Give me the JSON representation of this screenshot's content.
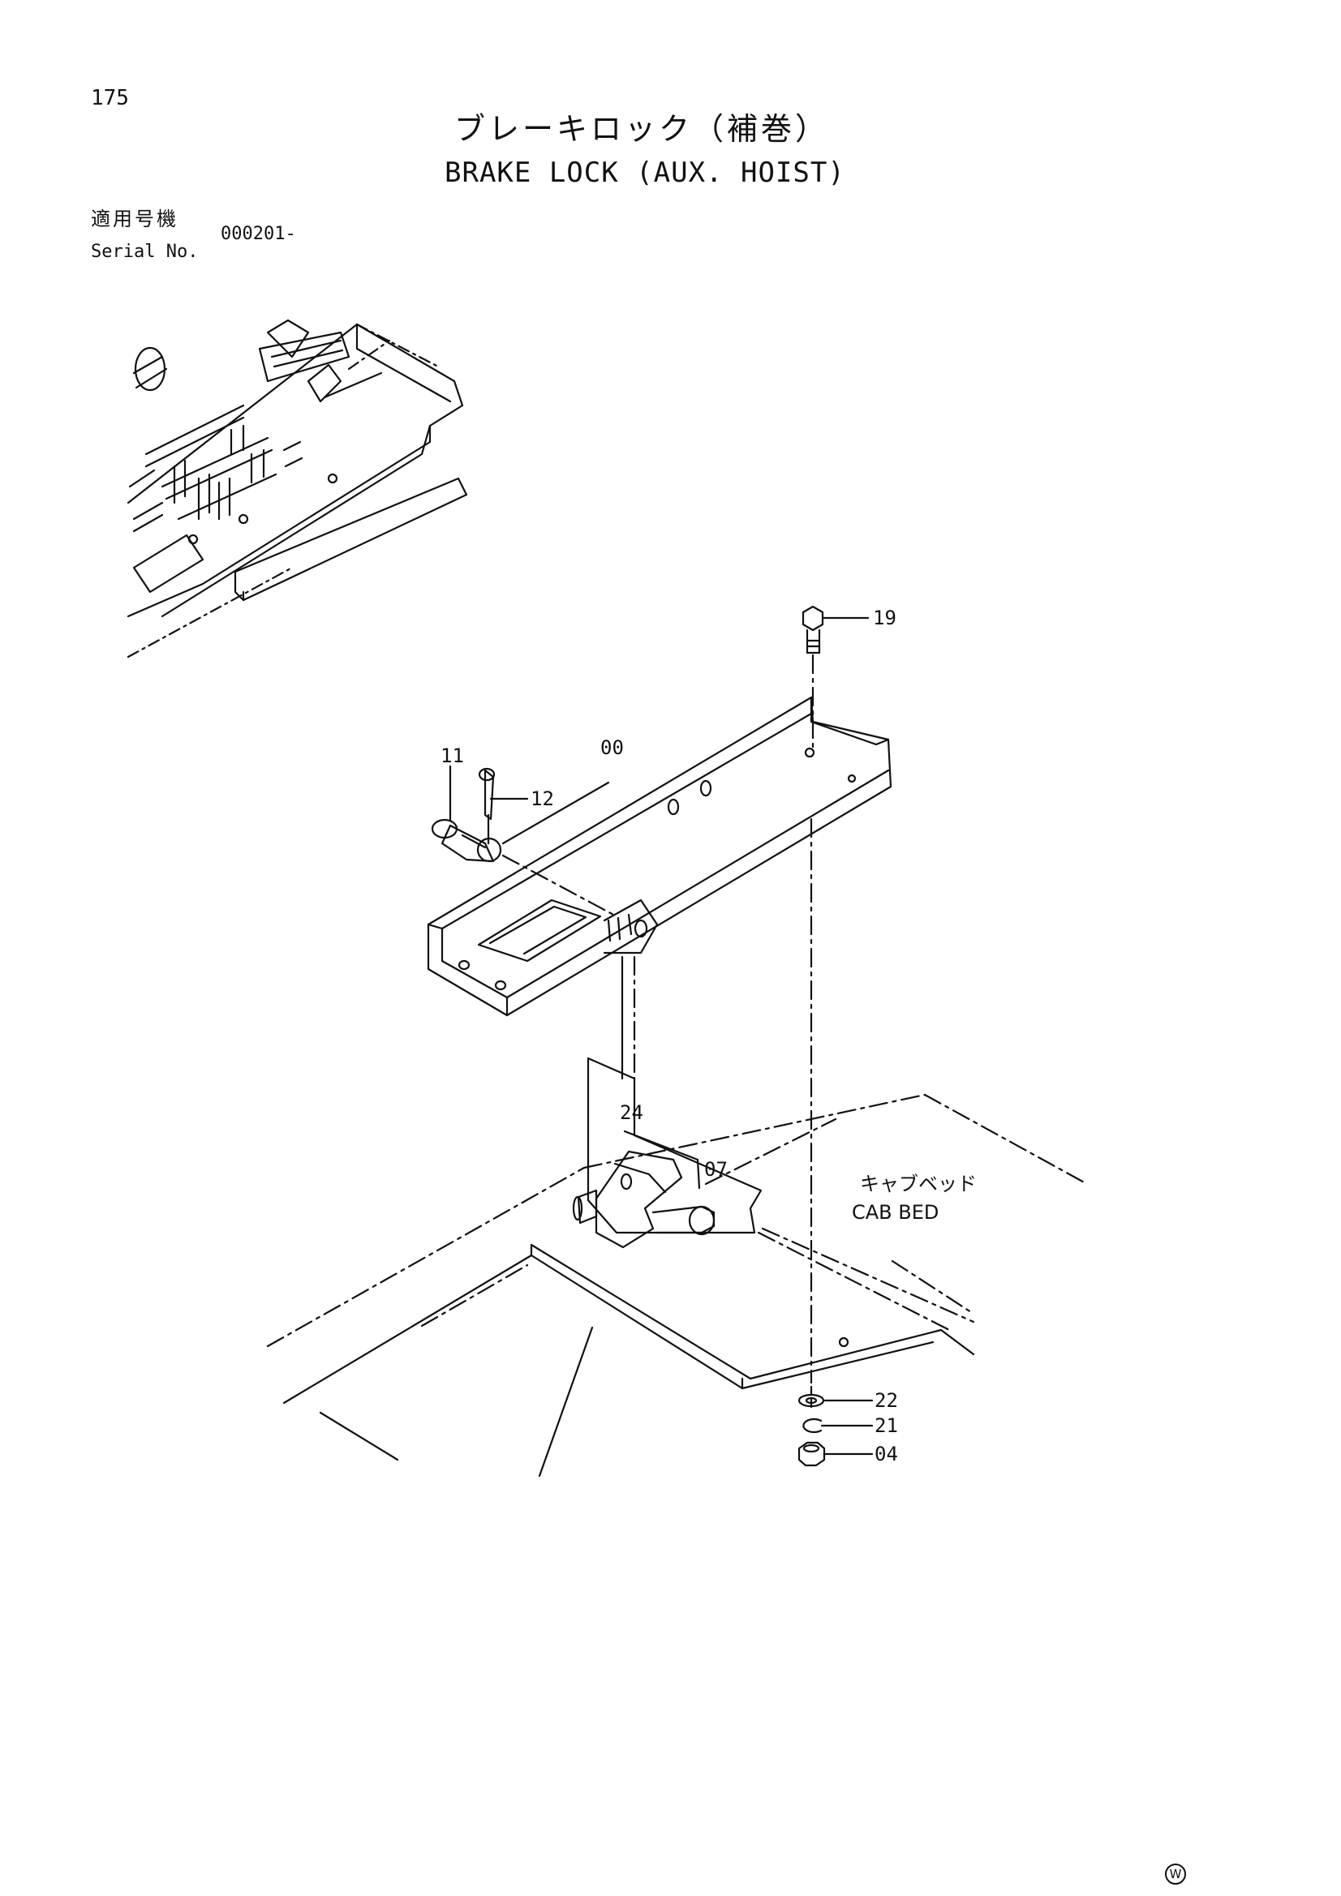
{
  "page_number": "175",
  "title": {
    "japanese": "ブレーキロック（補巻）",
    "english": "BRAKE LOCK (AUX. HOIST)"
  },
  "serial": {
    "label_japanese": "適用号機",
    "label_english": "Serial No.",
    "value": "000201-"
  },
  "diagram": {
    "part_labels": {
      "p19": "19",
      "p11": "11",
      "p00": "00",
      "p12": "12",
      "p24": "24",
      "p07": "07",
      "p22": "22",
      "p21": "21",
      "p04": "04"
    },
    "cab_bed_japanese": "キャブベッド",
    "cab_bed_english": "CAB BED"
  },
  "watermark": "W"
}
